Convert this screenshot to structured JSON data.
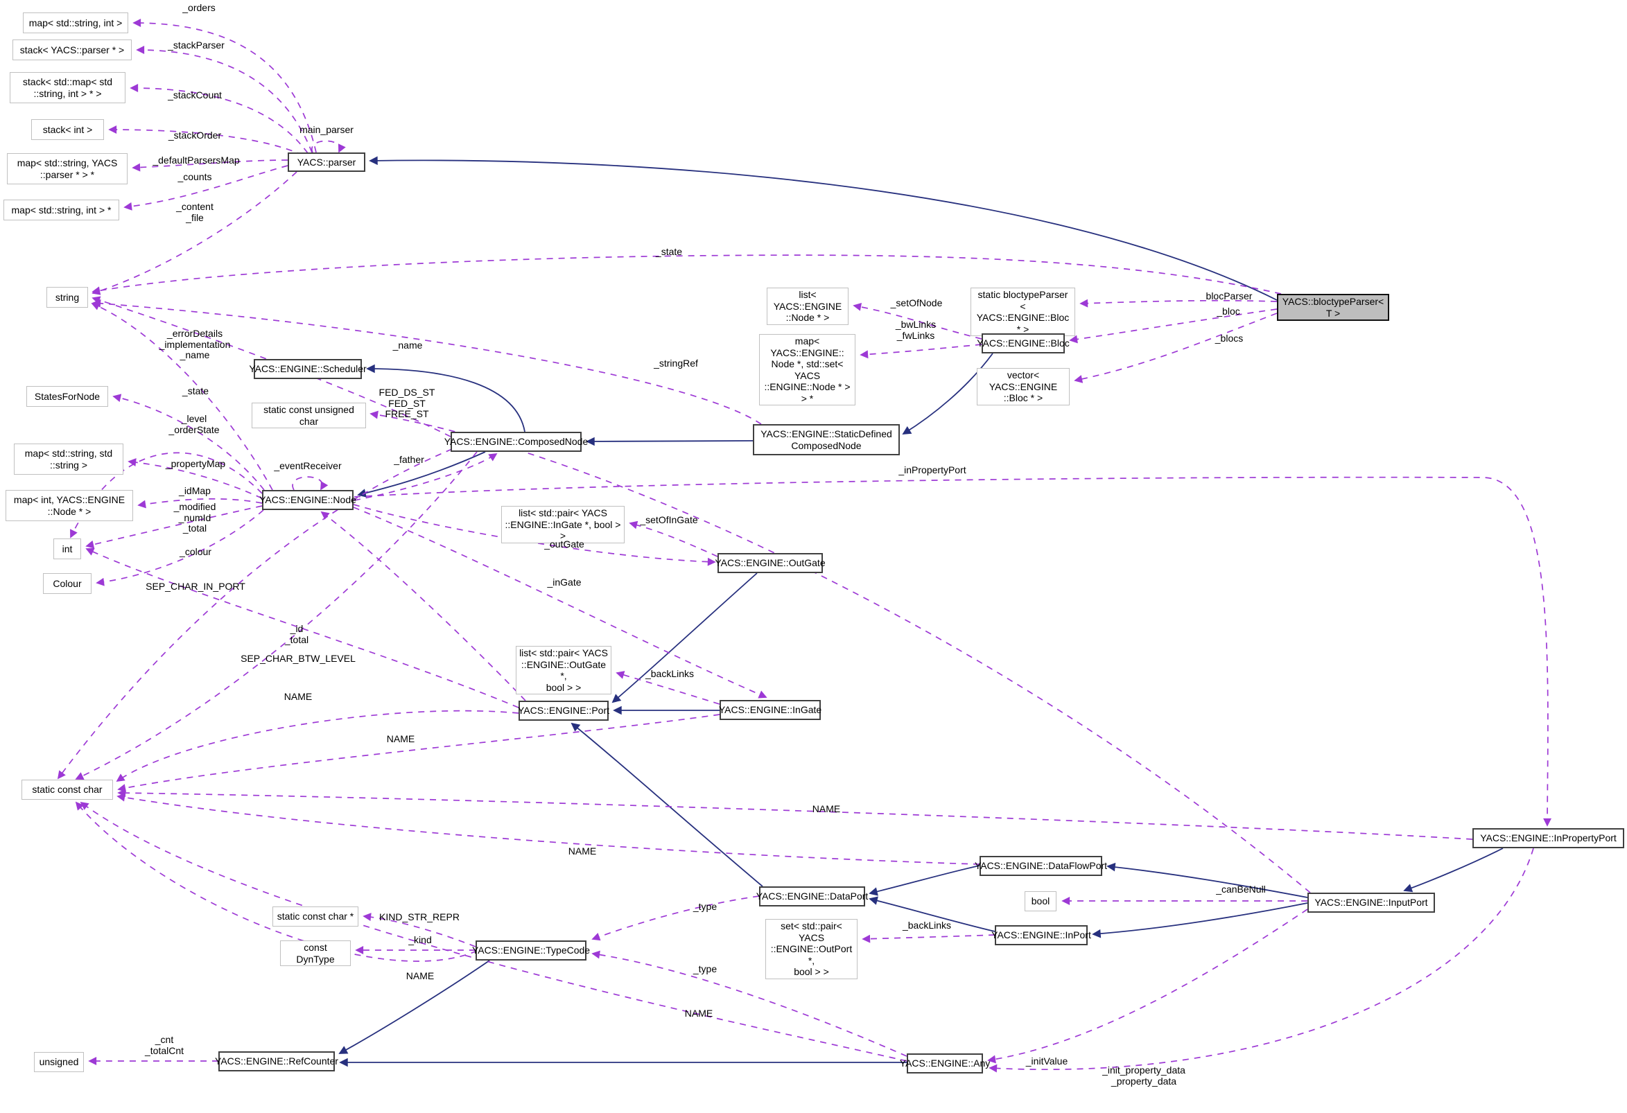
{
  "diagram": {
    "type": "class-collaboration-diagram",
    "target_class": "YACS::bloctypeParser< T >",
    "colors": {
      "dashed_edge": "#9d39d5",
      "solid_edge": "#27307e",
      "class_border": "#404040",
      "ref_border": "#c0c0c0",
      "target_fill": "#bebebe",
      "background": "#ffffff"
    }
  },
  "nodes": {
    "map_str_int": "map< std::string, int >",
    "stack_parser": "stack< YACS::parser * >",
    "stack_map": "stack< std::map< std\n::string, int > * >",
    "stack_int": "stack< int >",
    "map_str_yacs": "map< std::string, YACS\n::parser * > *",
    "map_str_int_ptr": "map< std::string, int > *",
    "parser": "YACS::parser",
    "string": "string",
    "statesfornode": "StatesForNode",
    "map_str_str": "map< std::string, std\n::string >",
    "map_int_node": "map< int, YACS::ENGINE\n::Node * >",
    "int": "int",
    "colour": "Colour",
    "scheduler": "YACS::ENGINE::Scheduler",
    "static_uchar": "static const unsigned char",
    "composednode": "YACS::ENGINE::ComposedNode",
    "node": "YACS::ENGINE::Node",
    "staticdefined": "YACS::ENGINE::StaticDefined\nComposedNode",
    "list_node": "list< YACS::ENGINE\n::Node * >",
    "map_node_set": "map< YACS::ENGINE::\nNode *, std::set< YACS\n::ENGINE::Node * > > *",
    "static_bp": "static bloctypeParser\n< YACS::ENGINE::Bloc * >",
    "bloc": "YACS::ENGINE::Bloc",
    "vector_bloc": "vector< YACS::ENGINE\n::Bloc * >",
    "bloctypeparser": "YACS::bloctypeParser< T >",
    "list_pair_ingate": "list< std::pair< YACS\n::ENGINE::InGate *, bool > >",
    "outgate": "YACS::ENGINE::OutGate",
    "list_pair_outgate": "list< std::pair< YACS\n::ENGINE::OutGate *,\nbool > >",
    "port": "YACS::ENGINE::Port",
    "ingate": "YACS::ENGINE::InGate",
    "static_char": "static const char",
    "dataflowport": "YACS::ENGINE::DataFlowPort",
    "dataport": "YACS::ENGINE::DataPort",
    "bool": "bool",
    "inport": "YACS::ENGINE::InPort",
    "inputport": "YACS::ENGINE::InputPort",
    "inpropertyport": "YACS::ENGINE::InPropertyPort",
    "set_pair_outport": "set< std::pair< YACS\n::ENGINE::OutPort *,\nbool > >",
    "static_char_ptr": "static const char *",
    "const_dyntype": "const DynType",
    "typecode": "YACS::ENGINE::TypeCode",
    "unsigned": "unsigned",
    "refcounter": "YACS::ENGINE::RefCounter",
    "any": "YACS::ENGINE::Any"
  },
  "edge_labels": {
    "orders": "_orders",
    "stackParser": "_stackParser",
    "stackCount": "_stackCount",
    "stackOrder": "_stackOrder",
    "defaultParsersMap": "_defaultParsersMap",
    "counts": "_counts",
    "content_file": "_content\n_file",
    "main_parser": "main_parser",
    "state1": "_state",
    "blocParser": "blocParser",
    "bloc": "_bloc",
    "blocs": "_blocs",
    "setOfNode": "_setOfNode",
    "bwfwLinks": "_bwLinks\n_fwLinks",
    "stringRef": "_stringRef",
    "name_compose": "_name",
    "fed": "FED_DS_ST\nFED_ST\nFREE_ST",
    "father": "_father",
    "eventReceiver": "_eventReceiver",
    "errorDetails": "_errorDetails\n_implementation\n_name",
    "state2": "_state",
    "level": "_level\n_orderState",
    "propertyMap": "_propertyMap",
    "idMap": "_idMap",
    "modified": "_modified\n_numId\n_total",
    "colour": "_colour",
    "sep_in_port": "SEP_CHAR_IN_PORT",
    "inPropertyPort": "_inPropertyPort",
    "outGate": "_outGate",
    "setOfInGate": "_setOfInGate",
    "inGate": "_inGate",
    "id_total": "_id\n_total",
    "sep_btw": "SEP_CHAR_BTW_LEVEL",
    "name_port": "NAME",
    "name_ingate": "NAME",
    "backLinks1": "_backLinks",
    "name_ipp": "NAME",
    "name_dfp": "NAME",
    "canBeNull": "_canBeNull",
    "backLinks2": "_backLinks",
    "kind_str": "KIND_STR_REPR",
    "kind": "_kind",
    "type1": "_type",
    "type2": "_type",
    "name_tc": "NAME",
    "name_any": "NAME",
    "cnt": "_cnt\n_totalCnt",
    "initValue": "_initValue",
    "init_prop": "_init_property_data\n_property_data"
  }
}
